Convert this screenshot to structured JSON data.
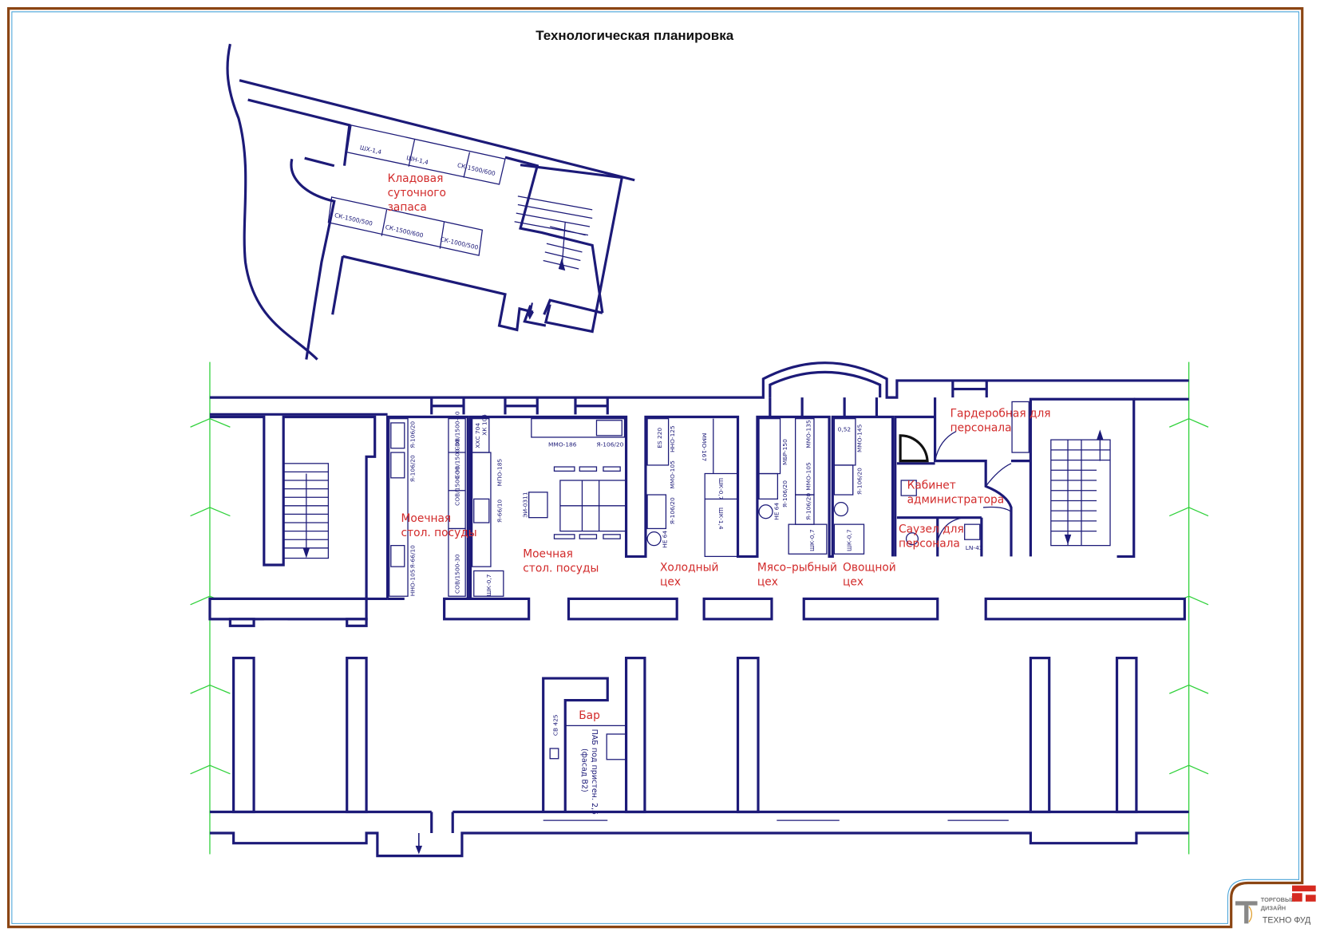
{
  "title": "Технологическая планировка",
  "colors": {
    "walls": "#1c1a78",
    "room_labels": "#d22a2a",
    "frame": "#8b4513",
    "break_lines": "#2fd13a"
  },
  "rooms": {
    "storage": [
      "Кладовая",
      "суточного",
      "запаса"
    ],
    "dishwash_1": [
      "Моечная",
      "стол. посуды"
    ],
    "dishwash_2": [
      "Моечная",
      "стол. посуды"
    ],
    "cold_shop": [
      "Холодный",
      "цех"
    ],
    "meat_fish_shop": [
      "Мясо–рыбный",
      "цех"
    ],
    "vegetable_shop": [
      "Овощной",
      "цех"
    ],
    "wardrobe": [
      "Гардеробная для",
      "персонала"
    ],
    "admin_office": [
      "Кабинет",
      "администратора"
    ],
    "staff_wc": [
      "Саузел для",
      "персонала"
    ],
    "bar": [
      "Бар"
    ]
  },
  "equipment": {
    "storage": [
      "ШХ-1,4",
      "ШН-1,4",
      "СК-1500/600",
      "СК-1500/500",
      "СК-1500/600",
      "СК-1000/500"
    ],
    "dishwash_1": [
      "Я-106/20",
      "Я-106/20",
      "Я-66/10",
      "ННО-105",
      "СОВ/1500-30",
      "СОВ/1500-30",
      "СОВ/1500-30",
      "СОВ/1500-30"
    ],
    "kitchen": [
      "ХХС 704",
      "ХК 104",
      "ММО-186",
      "Я-106/20",
      "МПО-185",
      "Я-66/10",
      "ЭИ-0311",
      "ШК-0,7"
    ],
    "cold_shop": [
      "ES 220",
      "ННО-125",
      "ММО-105",
      "Я-106/20",
      "НЕ 64",
      "ММО-167",
      "ШК-0,7",
      "ШК-1,4"
    ],
    "meat_fish_shop": [
      "МБР-150",
      "ММО-135",
      "ММО-105",
      "Я-106/20",
      "Я-106/20",
      "ШК-0,7",
      "НЕ 64"
    ],
    "vegetable_shop": [
      "0,52",
      "ММО-145",
      "Я-106/20",
      "ШК-0,7"
    ],
    "staff_wc": [
      "LN-43"
    ],
    "bar": [
      "СВ 425",
      "ПАБ под пристен. 2,5",
      "(фасад В2)"
    ]
  },
  "logo": {
    "left": [
      "ТОРГОВЫЙ",
      "ДИЗАЙН"
    ],
    "right": "ТЕХНО ФУД"
  }
}
